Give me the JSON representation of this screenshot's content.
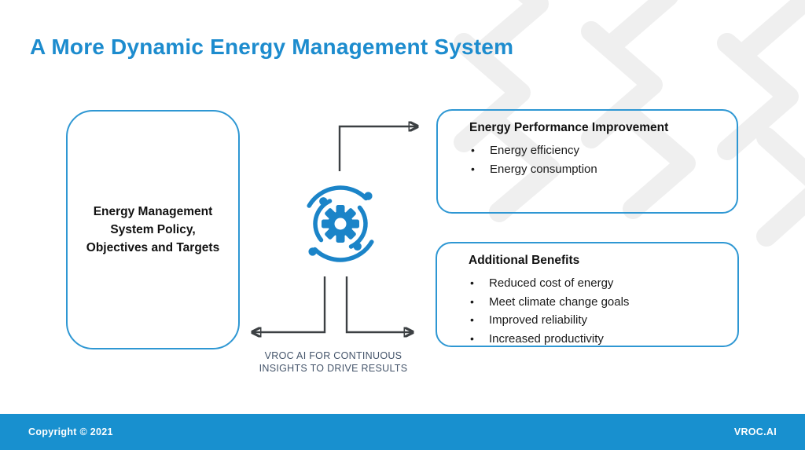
{
  "title": "A More Dynamic Energy Management System",
  "colors": {
    "title_blue": "#1d8cce",
    "box_border_blue": "#2e97d3",
    "icon_blue": "#1b84c8",
    "arrow_gray": "#3c4043",
    "caption_gray_blue": "#44546a",
    "footer_blue": "#1890cf",
    "pattern_gray": "#efefef"
  },
  "left_box": {
    "text": "Energy Management System Policy, Objectives and Targets"
  },
  "center": {
    "icon": "ai-gear-network-icon",
    "caption_lines": [
      "VROC AI FOR CONTINUOUS",
      "INSIGHTS TO DRIVE RESULTS"
    ]
  },
  "top_right_box": {
    "heading": "Energy Performance Improvement",
    "bullets": [
      "Energy efficiency",
      "Energy consumption"
    ]
  },
  "bottom_right_box": {
    "heading": "Additional Benefits",
    "bullets": [
      "Reduced cost of energy",
      "Meet climate change goals",
      "Improved reliability",
      "Increased productivity"
    ]
  },
  "footer": {
    "copyright": "Copyright © 2021",
    "brand": "VROC.AI"
  }
}
